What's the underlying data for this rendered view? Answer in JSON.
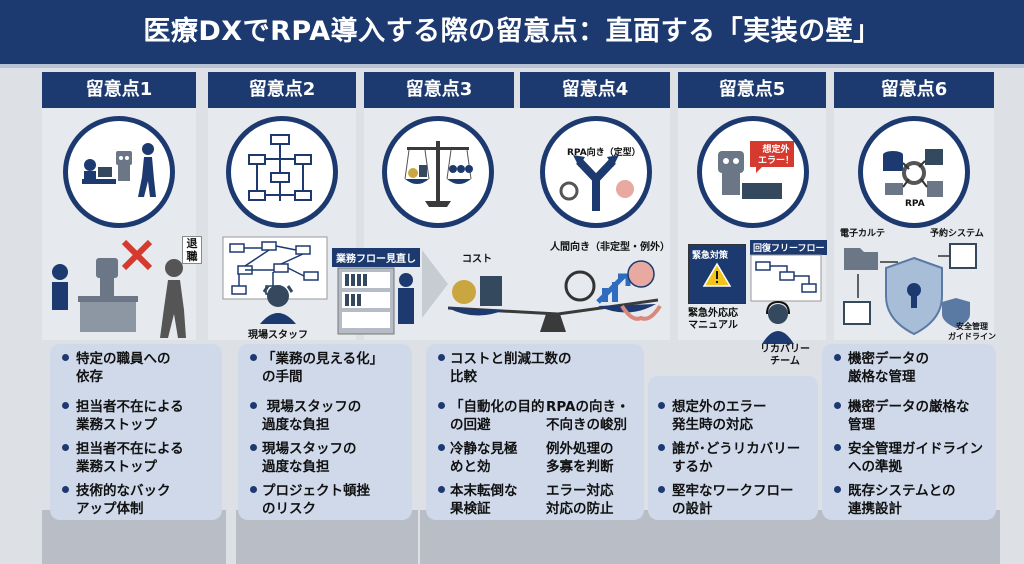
{
  "title": "医療DXでRPA導入する際の留意点：直面する「実装の壁」",
  "headers": [
    "留意点1",
    "留意点2",
    "留意点3",
    "留意点4",
    "留意点5",
    "留意点6"
  ],
  "figure_text": {
    "retire": "退職",
    "review": "業務フロー見直し",
    "staff": "現場スタッフ",
    "cost": "コスト",
    "rpa_fit": "RPA向き（定型）",
    "human_fit": "人間向き（非定型・例外）",
    "unexpected_error": "想定外\nエラー！",
    "emergency_label": "緊急対策",
    "emergency_manual": "緊急外応応\nマニュアル",
    "recovery_flow": "回復フリーフロー",
    "recovery_team": "リカバリー\nチーム",
    "rpa": "RPA",
    "ehr": "電子カルテ",
    "booking": "予約システム",
    "guideline": "安全管理\nガイドライン"
  },
  "bullets": [
    [
      "特定の職員への\n依存",
      "担当者不在による\n業務ストップ",
      "担当者不在による\n業務ストップ",
      "技術的なバック\nアップ体制"
    ],
    [
      "「業務の見える化」\nの手間",
      " 現場スタッフの\n過度な負担",
      "現場スタッフの\n過度な負担",
      "プロジェクト頓挫\nのリスク"
    ],
    [
      "コストと削減工数の\n比較",
      "「自動化の目的\nの回避",
      "冷静な見極\nめと効",
      "本末転倒な\n果検証"
    ],
    [
      "RPAの向き・\n不向きの峻別",
      "例外処理の\n多寡を判断",
      "エラー対応\n対応の防止"
    ],
    [
      "想定外のエラー\n発生時の対応",
      "誰が･どうリカバリー\nするか",
      "堅牢なワークフロー\nの設計"
    ],
    [
      "機密データの\n厳格な管理",
      "機密データの厳格な\n管理",
      "安全管理ガイドライン\nへの準拠",
      "既存システムとの\n連携設計"
    ]
  ],
  "colors": {
    "navy": "#1d3a70",
    "panel": "#e6e9ee",
    "bullet_bg": "#cfd9ea",
    "accent_red": "#d63a2f",
    "accent_blue": "#2f6cc0"
  }
}
